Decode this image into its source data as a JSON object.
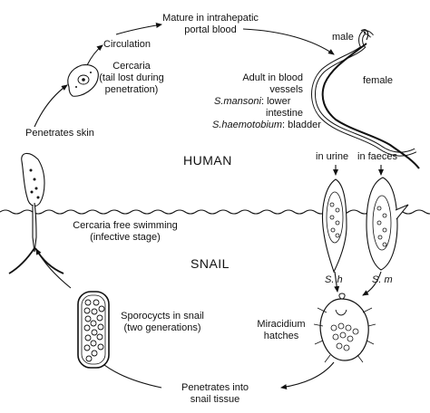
{
  "labels": {
    "mature_line1": "Mature in intrahepatic",
    "mature_line2": "portal blood",
    "circulation": "Circulation",
    "cercaria_line1": "Cercaria",
    "cercaria_line2": "(tail lost during",
    "cercaria_line3": "penetration)",
    "male": "male",
    "female": "female",
    "adult_line1": "Adult in blood",
    "adult_line2": "vessels",
    "mansoni_species": "S.mansoni",
    "mansoni_site_a": ": lower",
    "mansoni_site_b": "intestine",
    "haematobium_species": "S.haemotobium",
    "haematobium_site": ": bladder",
    "penetrates_skin": "Penetrates skin",
    "human": "HUMAN",
    "in_urine": "in urine",
    "in_faeces": "in faeces",
    "free_line1": "Cercaria free swimming",
    "free_line2": "(infective stage)",
    "snail": "SNAIL",
    "egg_sh": "S. h",
    "egg_sm": "S. m",
    "sporocyst_line1": "Sporocycts in snail",
    "sporocyst_line2": "(two generations)",
    "miracidium_line1": "Miracidium",
    "miracidium_line2": "hatches",
    "penetrates_snail_line1": "Penetrates into",
    "penetrates_snail_line2": "snail tissue"
  }
}
